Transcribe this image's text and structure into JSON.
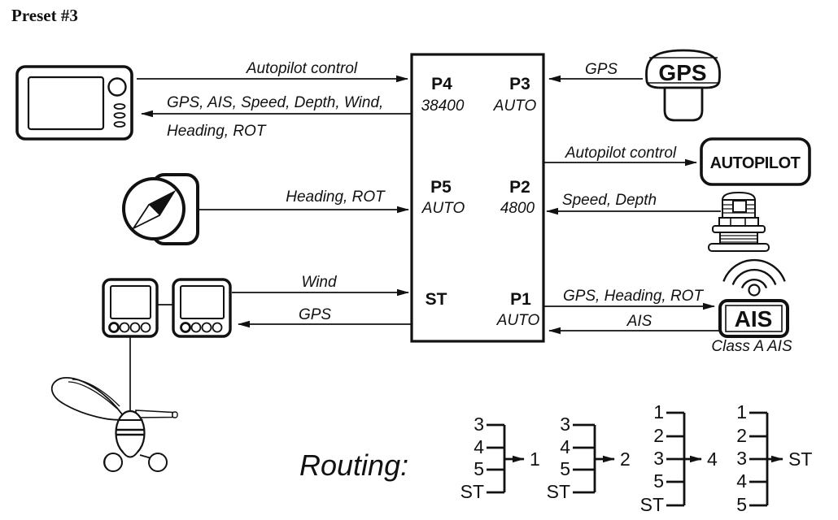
{
  "title": "Preset #3",
  "colors": {
    "ink": "#111111",
    "background": "#ffffff"
  },
  "multiplexer": {
    "p4": {
      "name": "P4",
      "mode": "38400"
    },
    "p3": {
      "name": "P3",
      "mode": "AUTO"
    },
    "p5": {
      "name": "P5",
      "mode": "AUTO"
    },
    "p2": {
      "name": "P2",
      "mode": "4800"
    },
    "st": {
      "name": "ST"
    },
    "p1": {
      "name": "P1",
      "mode": "AUTO"
    }
  },
  "labels": {
    "autopilot_control_left": "Autopilot control",
    "plotter_feed_line1": "GPS, AIS, Speed, Depth, Wind,",
    "plotter_feed_line2": "Heading, ROT",
    "gps_in": "GPS",
    "autopilot_control_right": "Autopilot control",
    "speed_depth": "Speed, Depth",
    "heading_rot": "Heading, ROT",
    "wind": "Wind",
    "gps_out": "GPS",
    "gps_heading_rot": "GPS, Heading, ROT",
    "ais_in": "AIS"
  },
  "devices": {
    "gps": "GPS",
    "autopilot": "AUTOPILOT",
    "ais": "AIS",
    "ais_caption": "Class A AIS"
  },
  "routing": {
    "heading": "Routing:",
    "groups": [
      {
        "inputs": [
          "3",
          "4",
          "5",
          "ST"
        ],
        "output": "1"
      },
      {
        "inputs": [
          "3",
          "4",
          "5",
          "ST"
        ],
        "output": "2"
      },
      {
        "inputs": [
          "1",
          "2",
          "3",
          "5",
          "ST"
        ],
        "output": "4"
      },
      {
        "inputs": [
          "1",
          "2",
          "3",
          "4",
          "5"
        ],
        "output": "ST"
      }
    ]
  }
}
